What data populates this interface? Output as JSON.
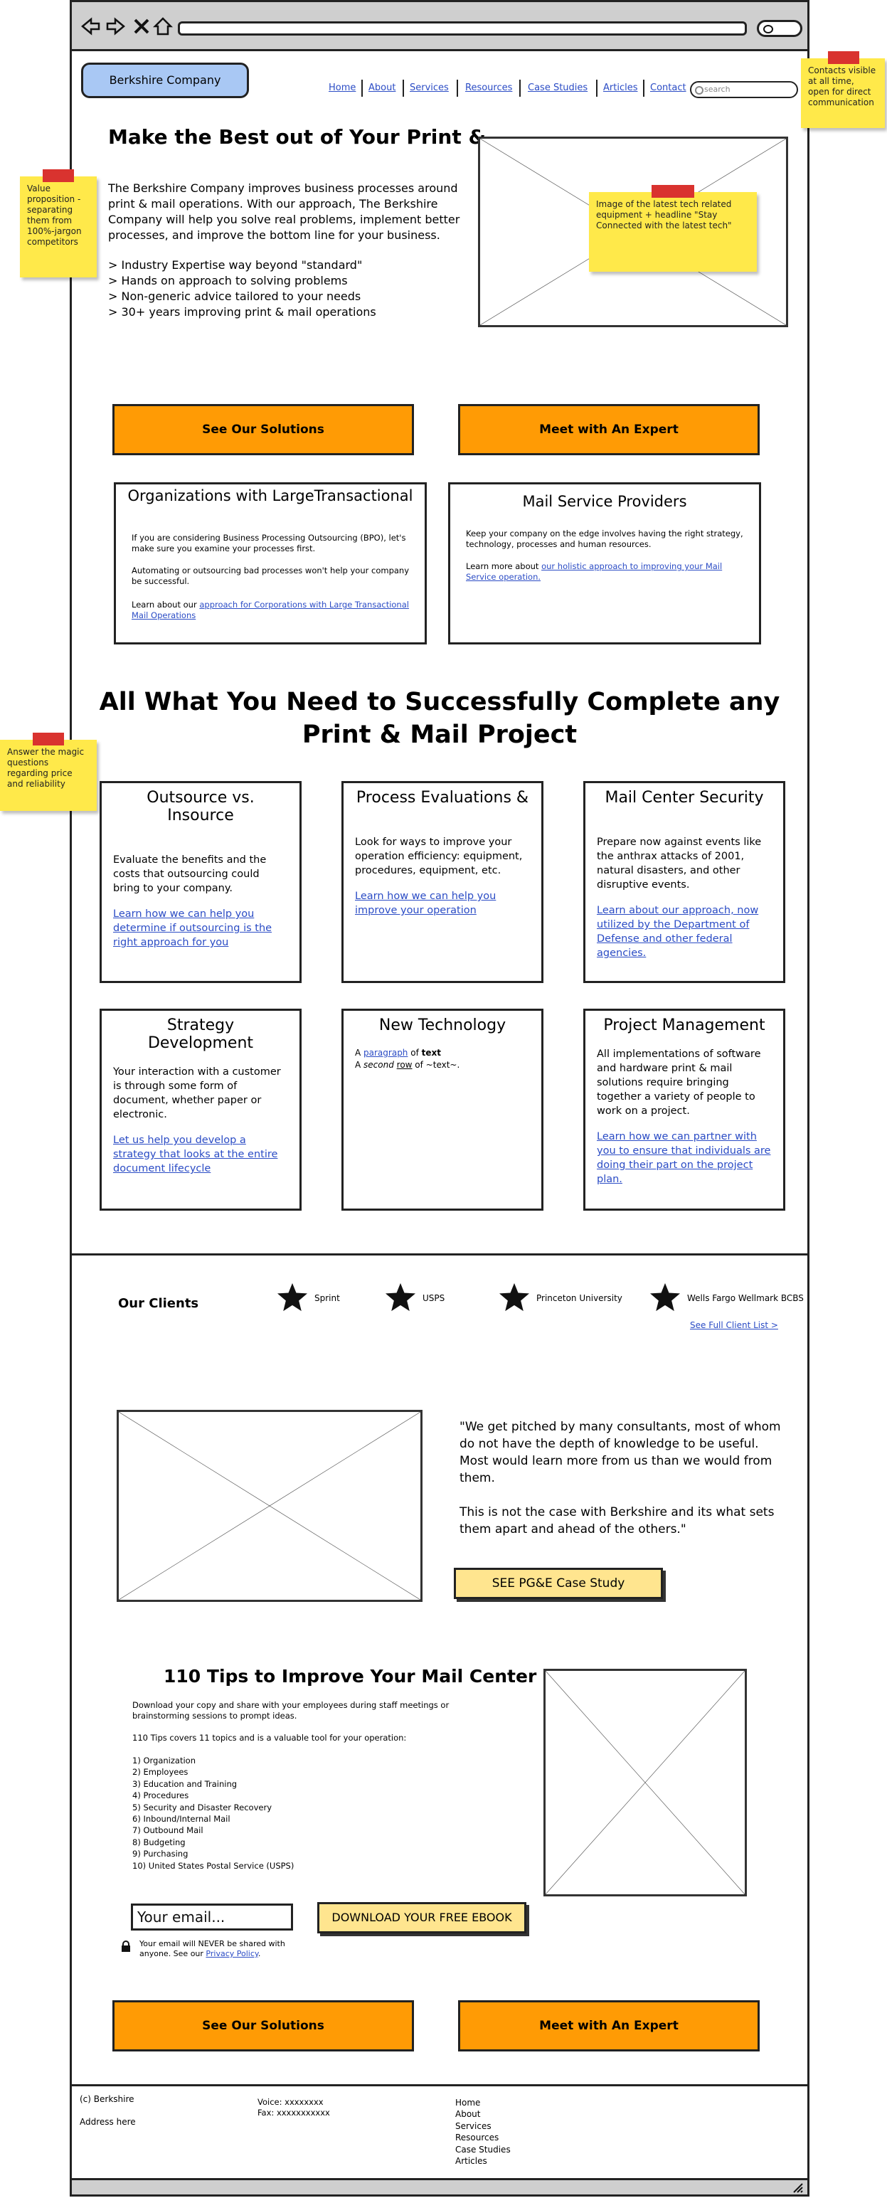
{
  "company": {
    "name": "Berkshire Company"
  },
  "nav": {
    "items": [
      "Home",
      "About",
      "Services",
      "Resources",
      "Case Studies",
      "Articles",
      "Contact"
    ],
    "search_placeholder": "search"
  },
  "notes": {
    "contacts": "Contacts visible at all time, open for direct communication",
    "value_prop": "Value proposition - separating them from 100%-jargon competitors",
    "image": "Image of the latest tech related equipment + headline \"Stay Connected with the latest tech\"",
    "magic": "Answer the magic questions regarding price and reliability"
  },
  "hero": {
    "title": "Make the Best out of Your Print &",
    "body": "The Berkshire Company improves business processes around print & mail operations.  With our approach, The Berkshire Company will help you solve real problems, implement better processes, and improve the bottom line for your business.",
    "bullets": [
      "> Industry Expertise way beyond \"standard\"",
      "> Hands on approach to solving problems",
      "> Non-generic advice tailored to your needs",
      "> 30+ years improving print & mail operations"
    ]
  },
  "cta": {
    "solutions": "See Our Solutions",
    "expert": "Meet with An Expert"
  },
  "audience": {
    "org": {
      "title": "Organizations with LargeTransactional",
      "p1": "If you are considering Business Processing Outsourcing (BPO), let's make sure you examine your processes first.",
      "p2": "Automating or outsourcing bad processes won't help your company be successful.",
      "learn_prefix": "Learn about our ",
      "learn_link": "approach for Corporations with Large Transactional Mail Operations"
    },
    "msp": {
      "title": "Mail Service Providers",
      "p1": "Keep your company on the edge involves having the right strategy, technology, processes and human resources.",
      "learn_prefix": "Learn more about ",
      "learn_link": "our holistic approach to improving your Mail Service operation."
    }
  },
  "section2": {
    "title_line1": "All What You Need to Successfully Complete any",
    "title_line2": "Print & Mail Project"
  },
  "services": [
    {
      "title": "Outsource vs. Insource",
      "body": "Evaluate the benefits and the costs that outsourcing could bring to your company.",
      "link": "Learn how we can help you determine if outsourcing is the right approach for you"
    },
    {
      "title": "Process Evaluations &",
      "body": "Look for ways to improve your operation efficiency: equipment, procedures, equipment, etc.",
      "link": "Learn how we can help you improve your operation"
    },
    {
      "title": "Mail Center Security",
      "body": "Prepare now against events like the anthrax attacks of 2001, natural disasters, and other disruptive events.",
      "link": "Learn about our approach, now utilized by the Department of Defense and other federal agencies."
    },
    {
      "title": "Strategy Development",
      "body": "Your interaction with a customer is through some form of document, whether paper or electronic.",
      "link": "Let us help you develop a strategy that looks at the entire document lifecycle"
    },
    {
      "title": "New Technology",
      "body": "",
      "link": ""
    },
    {
      "title": "Project Management",
      "body": "All implementations of software and hardware print & mail solutions require bringing together a variety of people to work on a project.",
      "link": "Learn how we can partner with you to ensure that individuals are doing their part on the project plan."
    }
  ],
  "newtech_sample": {
    "a": "A ",
    "paragraph": "paragraph",
    "of": " of ",
    "text": "text",
    "a2": "A ",
    "second": "second",
    "row": "row",
    "of2": " of ~text~."
  },
  "clients": {
    "heading": "Our Clients",
    "list": [
      "Sprint",
      "USPS",
      "Princeton University",
      "Wells Fargo Wellmark BCBS"
    ],
    "full_link": "See Full Client List >"
  },
  "testimonial": {
    "quote1": "\"We get pitched by many consultants, most of whom do not have the depth of knowledge to be useful. Most would learn more from us than we would from them.",
    "quote2": "This is not the case with Berkshire and its what sets them apart and ahead of the others.\"",
    "button": "SEE PG&E Case Study"
  },
  "tips": {
    "title": "110 Tips to Improve Your Mail Center",
    "p1": "Download your copy and share with your employees during staff meetings or brainstorming sessions to prompt ideas.",
    "p2": "110 Tips covers 11 topics and is a valuable tool for your operation:",
    "topics": [
      "1) Organization",
      "2) Employees",
      "3) Education and Training",
      "4) Procedures",
      "5) Security and Disaster Recovery",
      "6) Inbound/Internal Mail",
      "7) Outbound Mail",
      "8) Budgeting",
      "9) Purchasing",
      "10) United States Postal Service (USPS)"
    ],
    "email_placeholder": "Your email...",
    "download": "DOWNLOAD YOUR FREE EBOOK",
    "privacy_prefix": "Your email will NEVER be shared with anyone. See our ",
    "privacy_link": "Privacy Policy",
    "privacy_suffix": "."
  },
  "footer": {
    "company": "(c) Berkshire",
    "address": "Address here",
    "voice": "Voice: xxxxxxxx",
    "fax": "Fax: xxxxxxxxxxx",
    "links": [
      "Home",
      "About",
      "Services",
      "Resources",
      "Case Studies",
      "Articles"
    ]
  },
  "colors": {
    "accent_orange": "#ff9b05",
    "logo_blue": "#a9c8f4",
    "note_yellow": "#ffe94a",
    "link_blue": "#2b4cc5"
  }
}
